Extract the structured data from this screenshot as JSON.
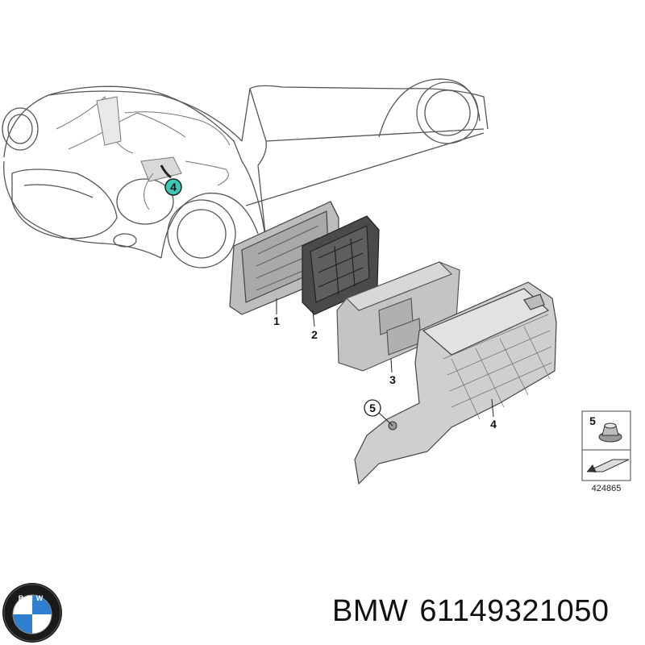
{
  "callouts": {
    "c1": "1",
    "c2": "2",
    "c3": "3",
    "c4": "4",
    "c4_locator": "4",
    "c5": "5",
    "c5_detail": "5"
  },
  "detail_box": {
    "code": "424865"
  },
  "logo": {
    "text": "BMW",
    "colors": {
      "blue": "#2f7fd0",
      "ring": "#1a1a1a"
    }
  },
  "caption": {
    "brand": "BMW",
    "part_number": "61149321050"
  },
  "colors": {
    "locator_fill": "#3cc6b8",
    "line": "#333333",
    "part_grey": "#b9b9b9",
    "bracket_dark": "#4a4a4a"
  }
}
